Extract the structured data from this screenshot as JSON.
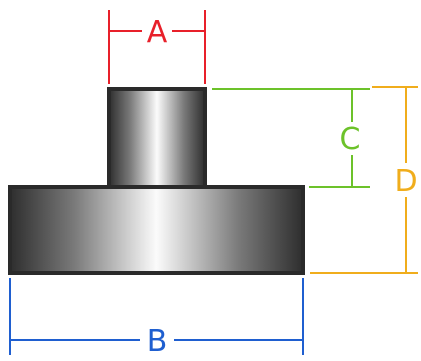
{
  "labels": {
    "a": "A",
    "b": "B",
    "c": "C",
    "d": "D"
  },
  "colors": {
    "a": "#e8202a",
    "b": "#1f5fd0",
    "c": "#6cc22a",
    "d": "#f0ad1c",
    "outline": "#2a2a2a"
  }
}
